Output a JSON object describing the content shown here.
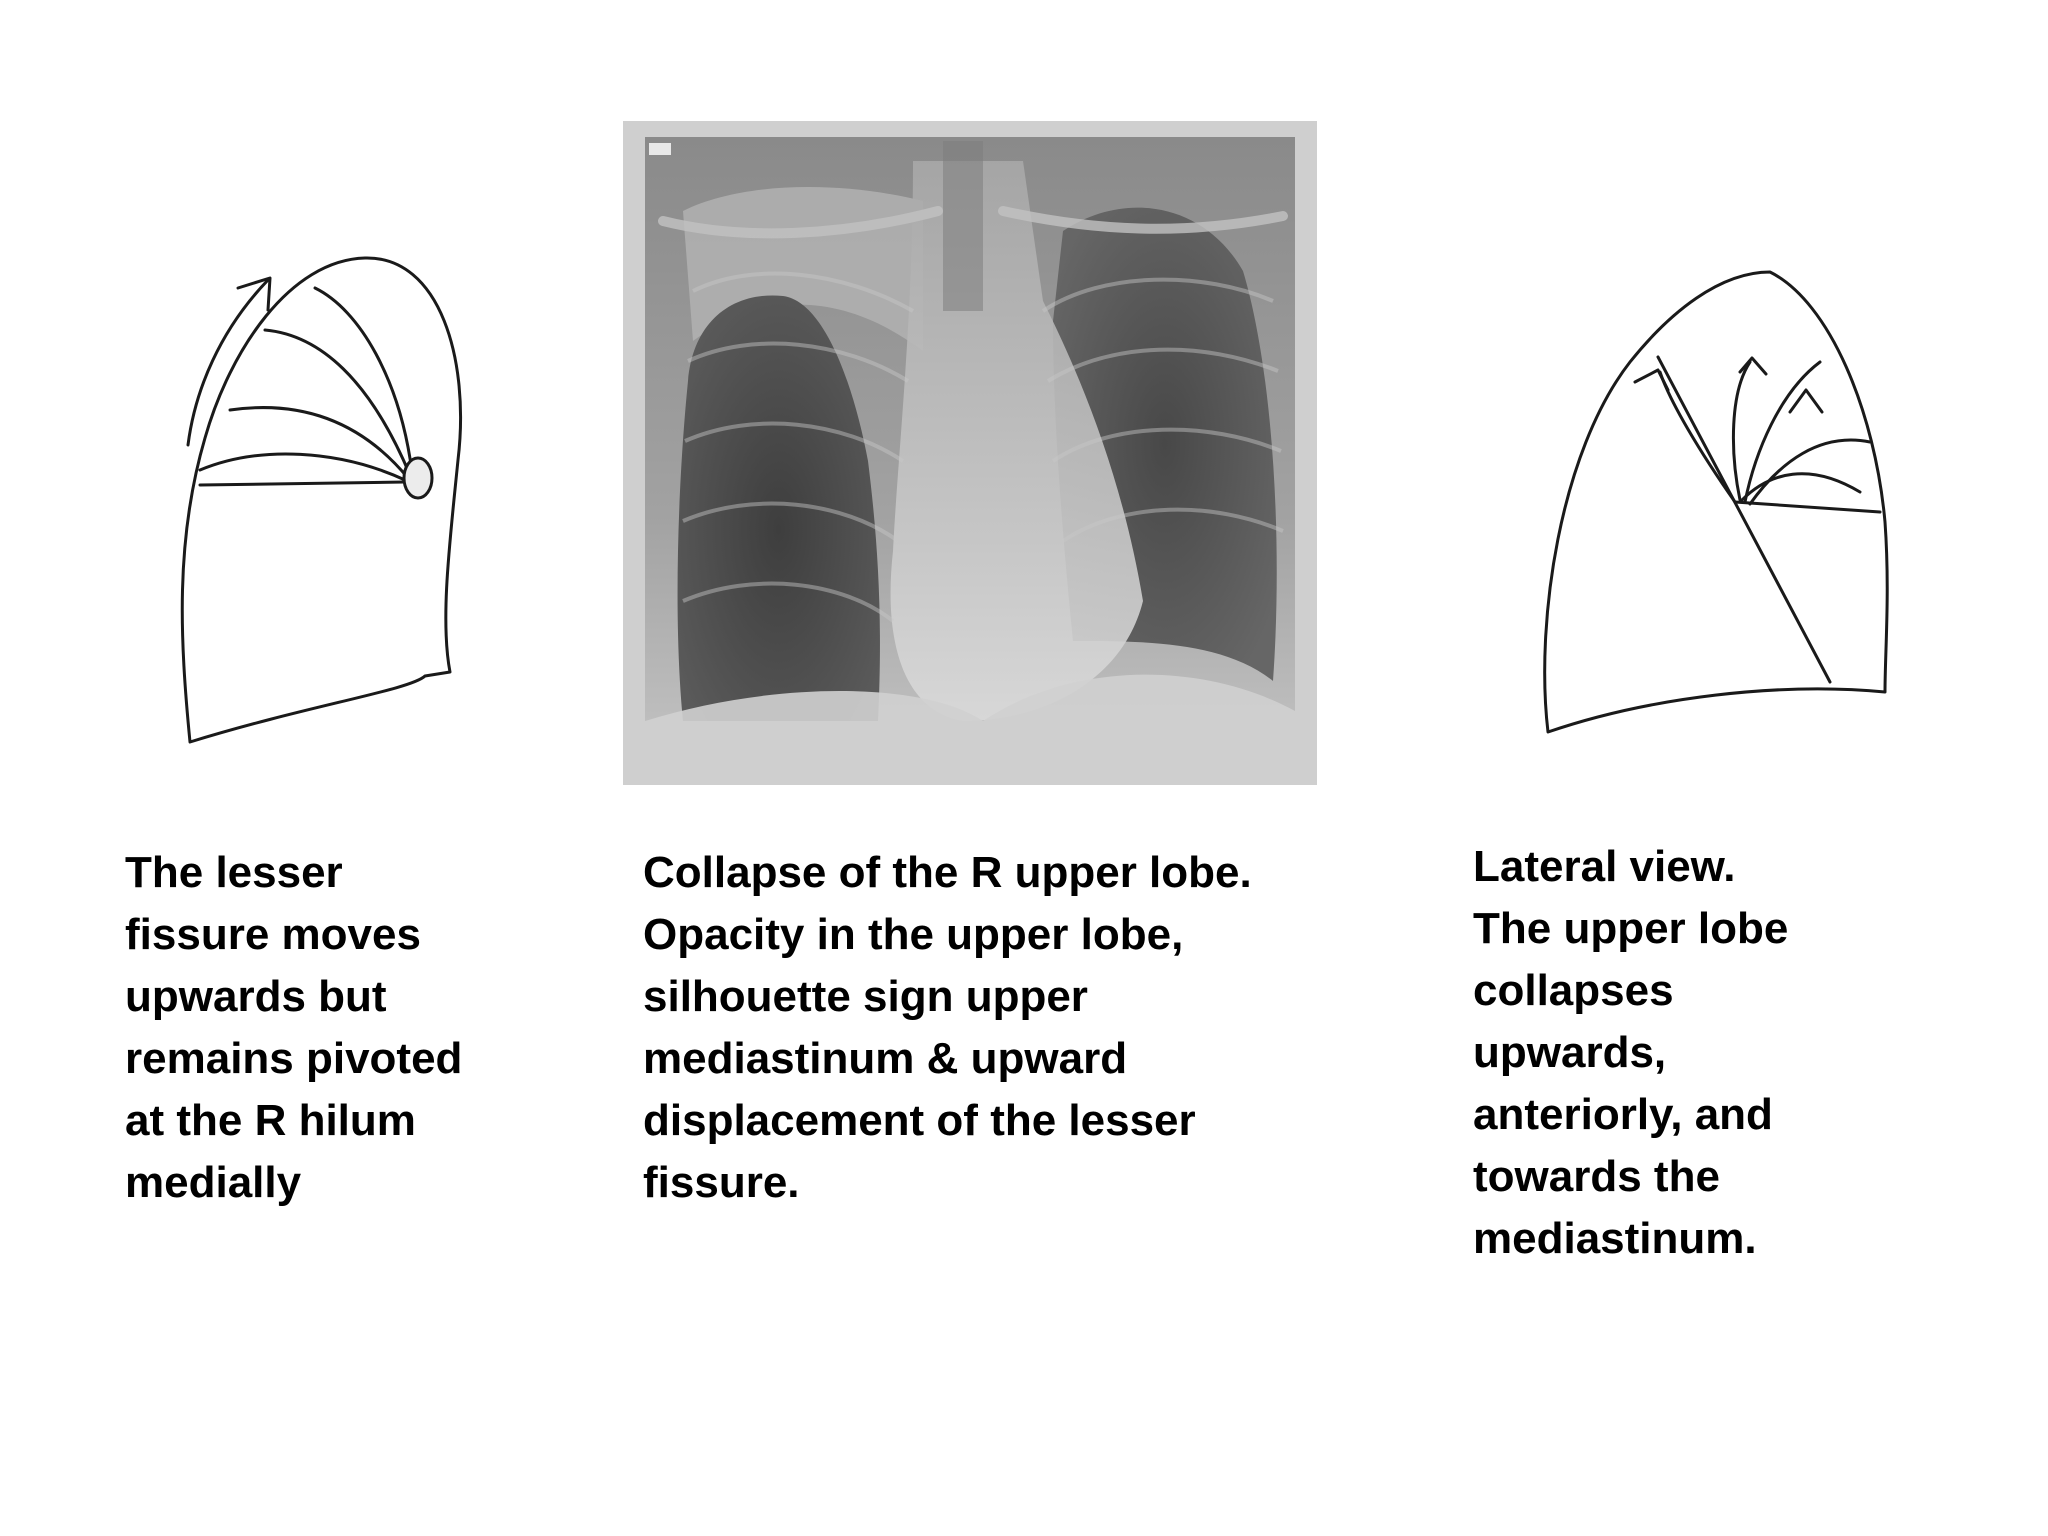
{
  "captions": {
    "left": "The lesser\nfissure moves\nupwards but\nremains pivoted\nat the R hilum\nmedially",
    "middle": "Collapse of the R upper lobe.\nOpacity in the upper lobe,\nsilhouette sign upper\nmediastinum & upward\ndisplacement of the lesser\nfissure.",
    "right": "Lateral view.\nThe upper lobe\ncollapses\nupwards,\nanteriorly, and\ntowards the\nmediastinum."
  },
  "colors": {
    "background": "#ffffff",
    "text": "#000000",
    "sketch_line": "#1a1a1a",
    "xray_frame": "#cfcfcf"
  }
}
